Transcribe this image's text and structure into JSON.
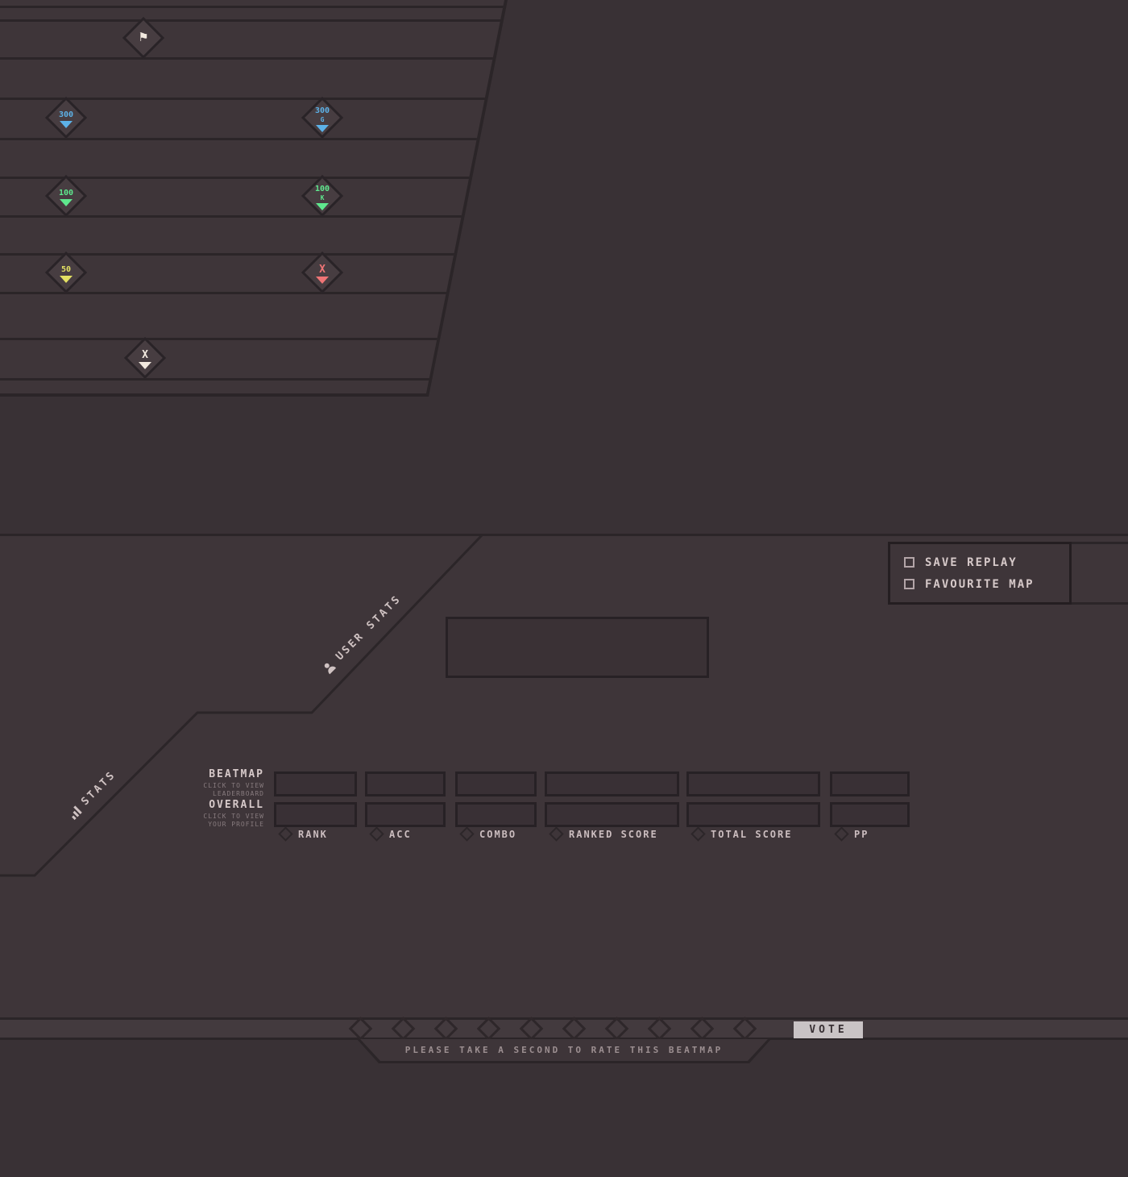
{
  "colors": {
    "background": "#393135",
    "panel": "#3e3539",
    "line": "#2b2528",
    "text": "#d6c9c9",
    "muted": "#877b7e",
    "blue": "#5db2e8",
    "green": "#5fe88e",
    "yellow": "#e3e163",
    "red": "#ef7576",
    "cream": "#f2e9df",
    "vote_bg": "#c9c3c5"
  },
  "judgements": [
    {
      "name": "flag",
      "glyph": "⚑",
      "color": "#f2e9df"
    },
    {
      "name": "hit300",
      "label": "300",
      "color": "#5db2e8"
    },
    {
      "name": "hit300g",
      "label": "300",
      "marker": "G",
      "color": "#5db2e8"
    },
    {
      "name": "hit100",
      "label": "100",
      "color": "#5fe88e"
    },
    {
      "name": "hit100k",
      "label": "100",
      "marker": "K",
      "color": "#5fe88e"
    },
    {
      "name": "hit50",
      "label": "50",
      "color": "#e3e163"
    },
    {
      "name": "miss",
      "label": "X",
      "color": "#ef7576"
    },
    {
      "name": "miss-alt",
      "label": "X",
      "color": "#f2e9df"
    }
  ],
  "actions": {
    "save_replay": "SAVE REPLAY",
    "favourite_map": "FAVOURITE MAP"
  },
  "panel": {
    "user_stats_label": "USER STATS",
    "stats_label": "STATS",
    "rows": {
      "beatmap": {
        "title": "BEATMAP",
        "sub1": "CLICK TO VIEW",
        "sub2": "LEADERBOARD"
      },
      "overall": {
        "title": "OVERALL",
        "sub1": "CLICK TO VIEW",
        "sub2": "YOUR PROFILE"
      }
    },
    "columns": [
      "RANK",
      "ACC",
      "COMBO",
      "RANKED SCORE",
      "TOTAL SCORE",
      "PP"
    ]
  },
  "rating": {
    "vote_label": "VOTE",
    "prompt": "PLEASE TAKE A SECOND TO RATE THIS BEATMAP",
    "diamond_count": 10
  }
}
